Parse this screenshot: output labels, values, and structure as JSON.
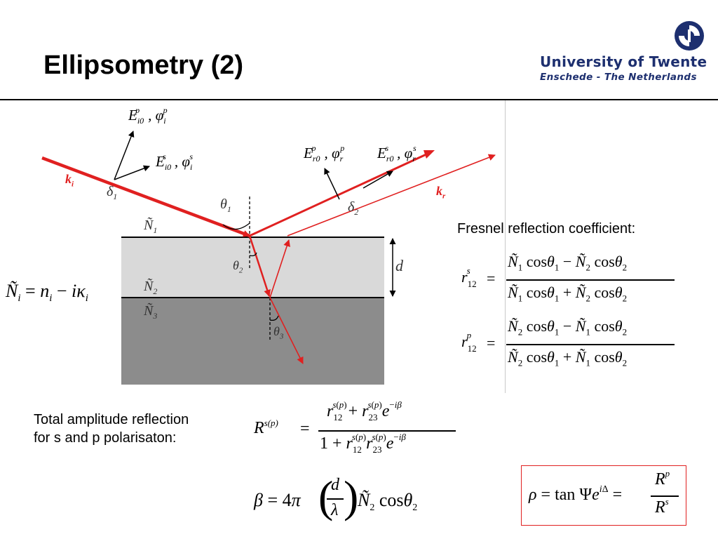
{
  "slide": {
    "title": "Ellipsometry (2)",
    "university": "University of Twente",
    "location": "Enschede - The Netherlands",
    "fresnel_label": "Fresnel reflection coefficient:",
    "total_label_line1": "Total amplitude reflection",
    "total_label_line2": "for s and p polarisaton:"
  },
  "colors": {
    "beam": "#e02020",
    "brand": "#1d2f6f",
    "layer_top": "#d9d9d9",
    "layer_bottom": "#8c8c8c"
  },
  "diagram": {
    "labels": {
      "k_i": "k",
      "k_i_sub": "i",
      "k_r": "k",
      "k_r_sub": "r",
      "delta1": "δ",
      "delta1_sub": "1",
      "delta2": "δ",
      "delta2_sub": "2",
      "theta1": "θ",
      "theta1_sub": "1",
      "theta2": "θ",
      "theta2_sub": "2",
      "theta3": "θ",
      "theta3_sub": "3",
      "N1": "Ñ",
      "N1_sub": "1",
      "N2": "Ñ",
      "N2_sub": "2",
      "N3": "Ñ",
      "N3_sub": "3",
      "d": "d"
    }
  },
  "icons": [
    "university-logo-icon"
  ]
}
